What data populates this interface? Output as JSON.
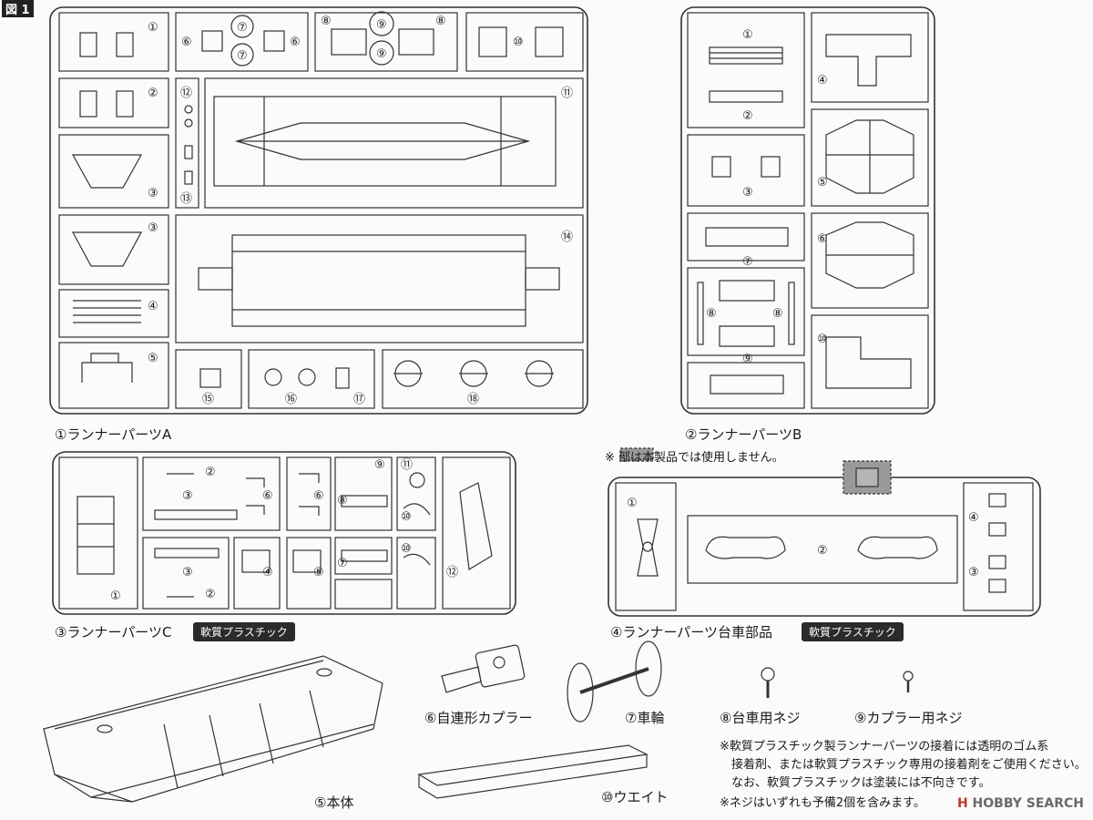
{
  "figure_label": "図 1",
  "runners": {
    "a": "①ランナーパーツA",
    "b": "②ランナーパーツB",
    "c": "③ランナーパーツC",
    "bogie": "④ランナーパーツ台車部品"
  },
  "soft_plastic": "軟質プラスチック",
  "unused_note": "※ 部は本製品では使用しません。",
  "parts": {
    "body": "⑤本体",
    "coupler": "⑥自連形カプラー",
    "wheel": "⑦車輪",
    "bogie_screw": "⑧台車用ネジ",
    "coupler_screw": "⑨カプラー用ネジ",
    "weight": "⑩ウエイト"
  },
  "notes": [
    "※軟質プラスチック製ランナーパーツの接着には透明のゴム系",
    "　接着剤、または軟質プラスチック専用の接着剤をご使用ください。",
    "　なお、軟質プラスチックは塗装には不向きです。",
    "※ネジはいずれも予備2個を含みます。"
  ],
  "watermark": {
    "logo": "H",
    "text": "HOBBY SEARCH"
  },
  "nums": {
    "n1": "①",
    "n2": "②",
    "n3": "③",
    "n4": "④",
    "n5": "⑤",
    "n6": "⑥",
    "n7": "⑦",
    "n8": "⑧",
    "n9": "⑨",
    "n10": "⑩",
    "n11": "⑪",
    "n12": "⑫",
    "n13": "⑬",
    "n14": "⑭",
    "n15": "⑮",
    "n16": "⑯",
    "n17": "⑰",
    "n18": "⑱"
  }
}
